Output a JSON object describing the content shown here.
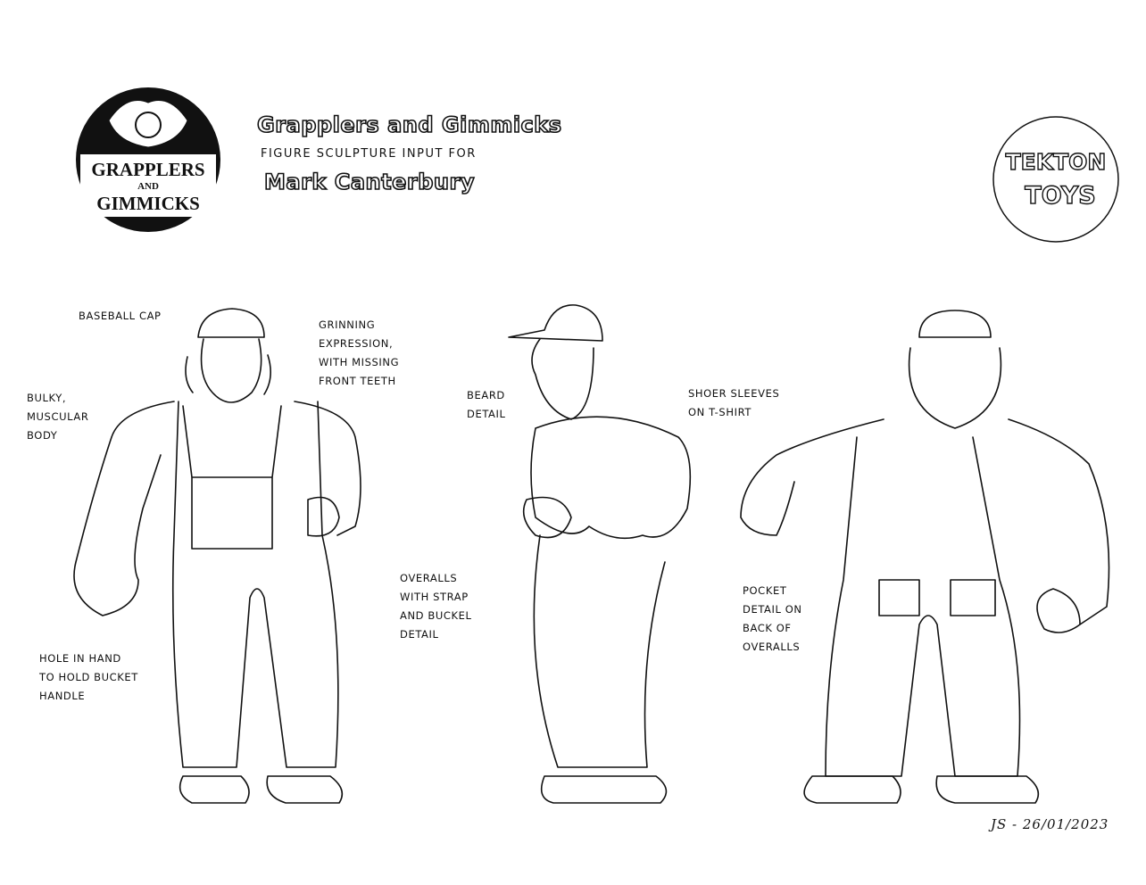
{
  "header": {
    "title": "Grapplers and Gimmicks",
    "subtitle": "FIGURE SCULPTURE INPUT FOR",
    "figure_name": "Mark Canterbury"
  },
  "logos": {
    "left": {
      "line1": "GRAPPLERS",
      "line2": "AND",
      "line3": "GIMMICKS"
    },
    "right": {
      "line1": "TEKTON",
      "line2": "TOYS"
    }
  },
  "annotations": {
    "baseball_cap": "BASEBALL CAP",
    "grinning": "GRINNING\nEXPRESSION,\nWITH MISSING\nFRONT TEETH",
    "bulky": "BULKY,\nMUSCULAR\nBODY",
    "beard": "BEARD\nDETAIL",
    "sleeves": "SHOER SLEEVES\nON T-SHIRT",
    "overalls": "OVERALLS\nWITH STRAP\nAND BUCKEL\nDETAIL",
    "pocket": "POCKET\nDETAIL ON\nBACK OF\nOVERALLS",
    "hole": "HOLE IN HAND\nTO HOLD BUCKET\nHANDLE"
  },
  "signature": "JS - 26/01/2023"
}
